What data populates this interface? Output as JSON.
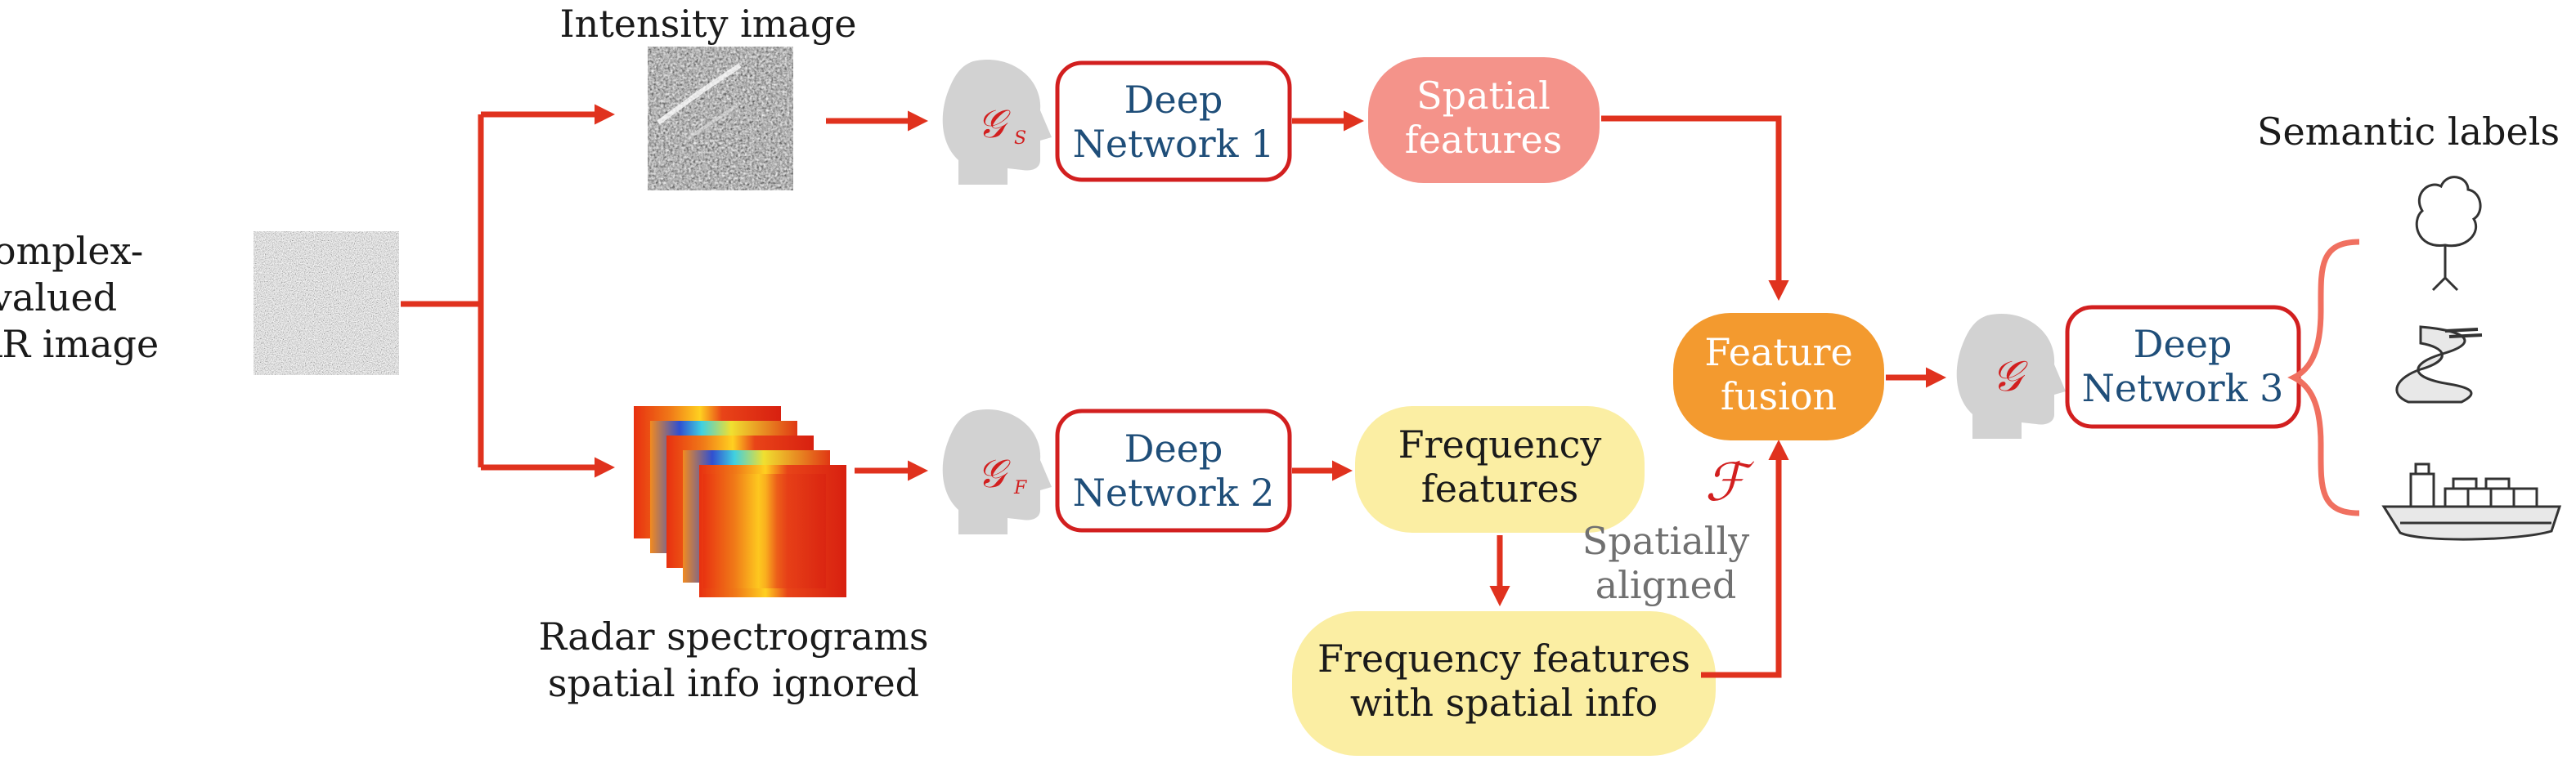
{
  "inputs": {
    "complex_sar": [
      "Complex-",
      "valued",
      "SAR image"
    ],
    "intensity_image": "Intensity image",
    "spectrograms": [
      "Radar spectrograms",
      "spatial info ignored"
    ]
  },
  "operators": {
    "g_spatial": "𝒢",
    "g_spatial_sub": "S",
    "g_frequency": "𝒢",
    "g_frequency_sub": "F",
    "g_fusion": "𝒢",
    "f_operator": "ℱ"
  },
  "networks": {
    "net1": [
      "Deep",
      "Network 1"
    ],
    "net2": [
      "Deep",
      "Network 2"
    ],
    "net3": [
      "Deep",
      "Network 3"
    ]
  },
  "features": {
    "spatial": [
      "Spatial",
      "features"
    ],
    "frequency": [
      "Frequency",
      "features"
    ],
    "frequency_spatial": [
      "Frequency features",
      "with spatial info"
    ],
    "fusion": [
      "Feature",
      "fusion"
    ],
    "spatially_aligned": [
      "Spatially",
      "aligned"
    ]
  },
  "outputs": {
    "title": "Semantic labels",
    "icons": [
      "tree-icon",
      "river-icon",
      "ship-icon"
    ]
  },
  "colors": {
    "arrow": "#e0321e",
    "network_border": "#d21f1f",
    "network_text": "#1f4e79",
    "spatial_fill": "#f4938a",
    "frequency_fill": "#fbeea3",
    "fusion_fill": "#f39a2f",
    "head_fill": "#d2d2d2",
    "bracket": "#f07060"
  }
}
